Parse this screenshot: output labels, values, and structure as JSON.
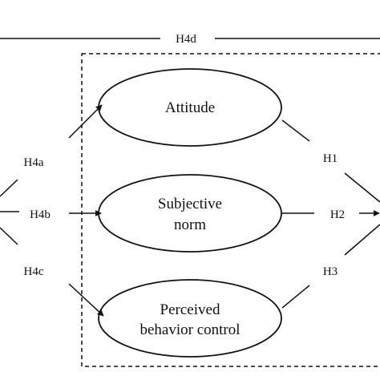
{
  "diagram": {
    "nodes": {
      "attitude": {
        "lines": [
          "Attitude"
        ]
      },
      "subjective_norm": {
        "lines": [
          "Subjective",
          "norm"
        ]
      },
      "perceived_behavior_control": {
        "lines": [
          "Perceived",
          "behavior control"
        ]
      }
    },
    "labels": {
      "h4d": "H4d",
      "h4a": "H4a",
      "h4b": "H4b",
      "h4c": "H4c",
      "h1": "H1",
      "h2": "H2",
      "h3": "H3"
    },
    "colors": {
      "stroke": "#111111",
      "background": "#ffffff"
    }
  }
}
